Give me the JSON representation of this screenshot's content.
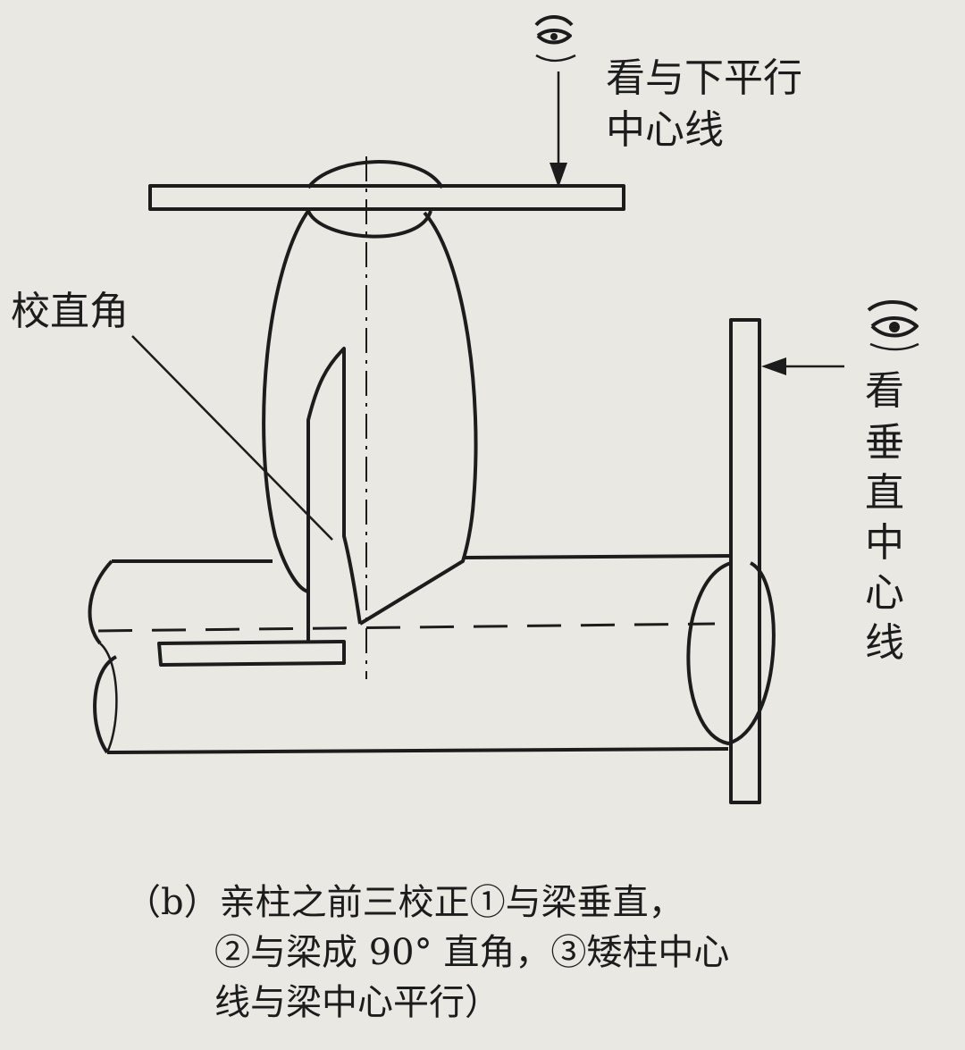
{
  "labels": {
    "top_view": [
      "看与下平行",
      "中心线"
    ],
    "right_view": [
      "看",
      "垂",
      "直",
      "中",
      "心",
      "线"
    ],
    "left_label": "校直角"
  },
  "caption": {
    "line1": "（b）亲柱之前三校正①与梁垂直，",
    "line2": "②与梁成 90° 直角，③矮柱中心",
    "line3": "线与梁中心平行）"
  },
  "icons": {
    "top_eye": "eye-icon",
    "right_eye": "eye-icon"
  }
}
